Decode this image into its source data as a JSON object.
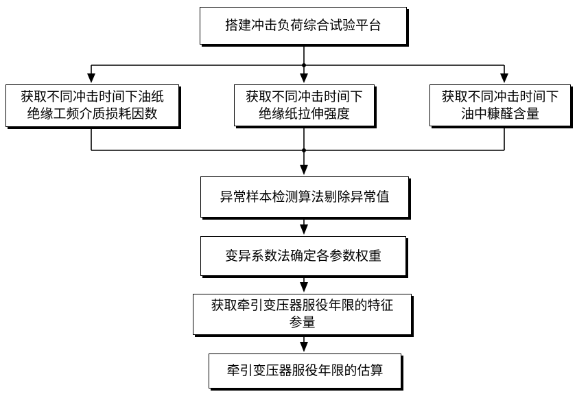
{
  "nodes": {
    "platform": {
      "lines": [
        "搭建冲击负荷综合试验平台"
      ]
    },
    "dielectric_loss": {
      "lines": [
        "获取不同冲击时间下油纸",
        "绝缘工频介质损耗因数"
      ]
    },
    "tensile_strength": {
      "lines": [
        "获取不同冲击时间下",
        "绝缘纸拉伸强度"
      ]
    },
    "furfural": {
      "lines": [
        "获取不同冲击时间下",
        "油中糠醛含量"
      ]
    },
    "outlier_removal": {
      "lines": [
        "异常样本检测算法剔除异常值"
      ]
    },
    "weighting": {
      "lines": [
        "变异系数法确定各参数权重"
      ]
    },
    "feature_quantity": {
      "lines": [
        "获取牵引变压器服役年限的特征",
        "参量"
      ]
    },
    "estimation": {
      "lines": [
        "牵引变压器服役年限的估算"
      ]
    }
  }
}
